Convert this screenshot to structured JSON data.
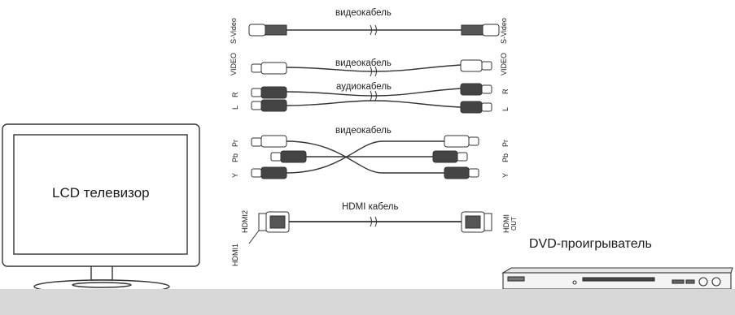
{
  "tv": {
    "label": "LCD телевизор"
  },
  "dvd": {
    "label": "DVD-проигрыватель"
  },
  "cables": {
    "svideo": {
      "label": "видеокабель",
      "left": "S-Video",
      "right": "S-Video"
    },
    "composite": {
      "video_label": "видеокабель",
      "audio_label": "аудиокабель",
      "left_video": "VIDEO",
      "left_r": "R",
      "left_l": "L",
      "right_video": "VIDEO",
      "right_r": "R",
      "right_l": "L"
    },
    "component": {
      "label": "видеокабель",
      "left_pr": "Pr",
      "left_pb": "Pb",
      "left_y": "Y",
      "right_pr": "Pr",
      "right_pb": "Pb",
      "right_y": "Y"
    },
    "hdmi": {
      "label": "HDMI  кабель",
      "left_hdmi1": "HDMI1",
      "left_hdmi2": "HDMI2",
      "right_top": "HDMI",
      "right_bottom": "OUT"
    }
  }
}
